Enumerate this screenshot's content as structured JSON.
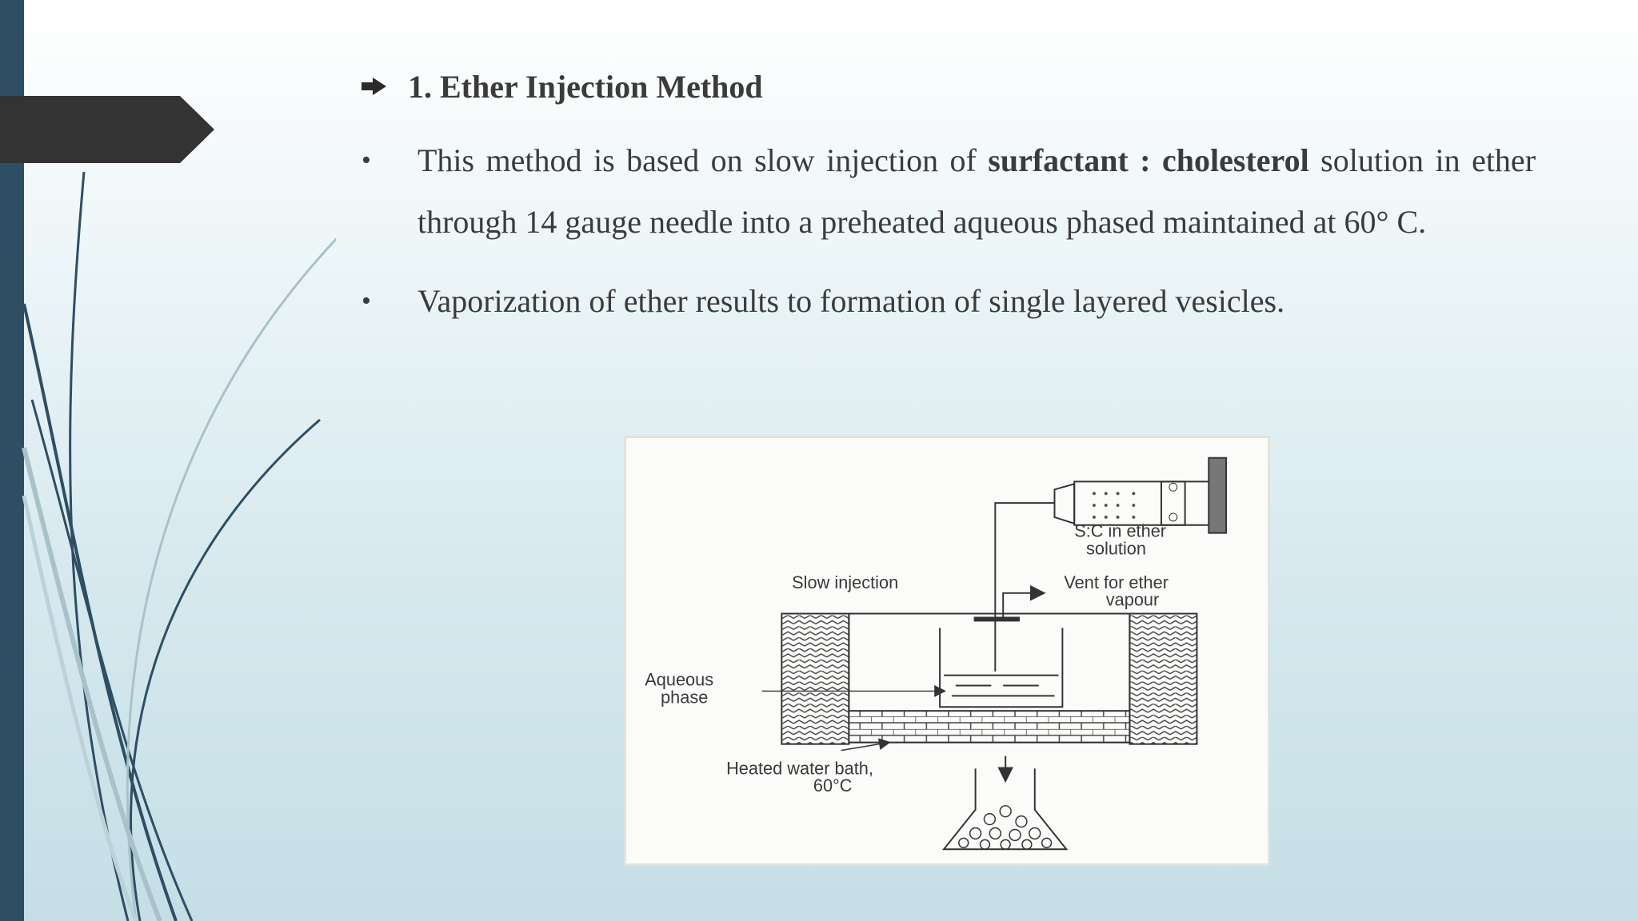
{
  "slide": {
    "heading": "1. Ether Injection Method",
    "bullets": [
      {
        "pre": "This method is based on slow injection of ",
        "bold": "surfactant : cholesterol",
        "post": " solution in ether through 14 gauge needle into a preheated aqueous phased maintained at 60° C."
      },
      {
        "pre": "Vaporization of ether results to formation of single layered vesicles.",
        "bold": "",
        "post": ""
      }
    ]
  },
  "figure": {
    "labels": {
      "sc_line1": "S:C in ether",
      "sc_line2": "solution",
      "slow_injection": "Slow injection",
      "vent_line1": "Vent for ether",
      "vent_line2": "vapour",
      "aqueous_line1": "Aqueous",
      "aqueous_line2": "phase",
      "bath_line1": "Heated water bath,",
      "bath_line2": "60°C"
    }
  },
  "colors": {
    "sidebar": "#2e4e63",
    "tab": "#333333",
    "text": "#3b3b3b"
  }
}
